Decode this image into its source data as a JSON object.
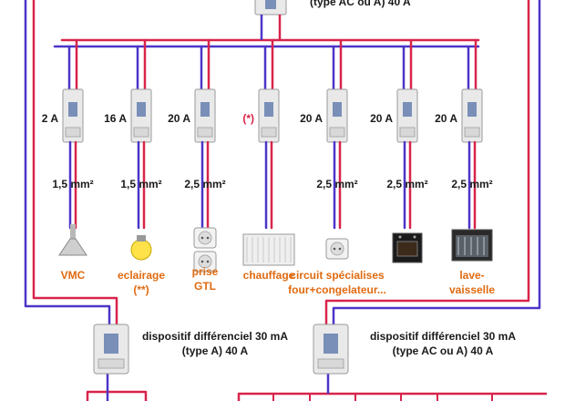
{
  "colors": {
    "neutral_wire": "#4b35c8",
    "phase_wire": "#d8244a",
    "label_text": "#1a1a1a",
    "load_text": "#e06a10",
    "breaker_body": "#e9e9e9",
    "breaker_toggle": "#7a8fb8"
  },
  "top_device": {
    "label": "(type AC ou A) 40 A"
  },
  "circuits": [
    {
      "rating": "2 A",
      "section": "1,5 mm²",
      "load_icon": "range-hood-icon",
      "load_lines": [
        "VMC"
      ]
    },
    {
      "rating": "16 A",
      "section": "1,5 mm²",
      "load_icon": "light-bulb-icon",
      "load_lines": [
        "eclairage",
        "(**)"
      ]
    },
    {
      "rating": "20 A",
      "section": "2,5 mm²",
      "load_icon": "power-outlet-icon",
      "load_lines": [
        "prise",
        "GTL"
      ]
    },
    {
      "rating": "(*)",
      "section": "",
      "load_icon": "radiator-icon",
      "load_lines": [
        "chauffage"
      ]
    },
    {
      "rating": "20 A",
      "section": "2,5 mm²",
      "load_icon": "power-outlet-icon",
      "load_lines": [
        "circuit spécialises",
        "four+congelateur..."
      ]
    },
    {
      "rating": "20 A",
      "section": "2,5 mm²",
      "load_icon": "oven-icon",
      "load_lines": []
    },
    {
      "rating": "20 A",
      "section": "2,5 mm²",
      "load_icon": "dishwasher-icon",
      "load_lines": [
        "lave-",
        "vaisselle"
      ]
    }
  ],
  "bottom_devices": [
    {
      "line1": "dispositif différenciel 30 mA",
      "line2": "(type A) 40 A"
    },
    {
      "line1": "dispositif différenciel 30 mA",
      "line2": "(type AC ou A) 40 A"
    }
  ]
}
